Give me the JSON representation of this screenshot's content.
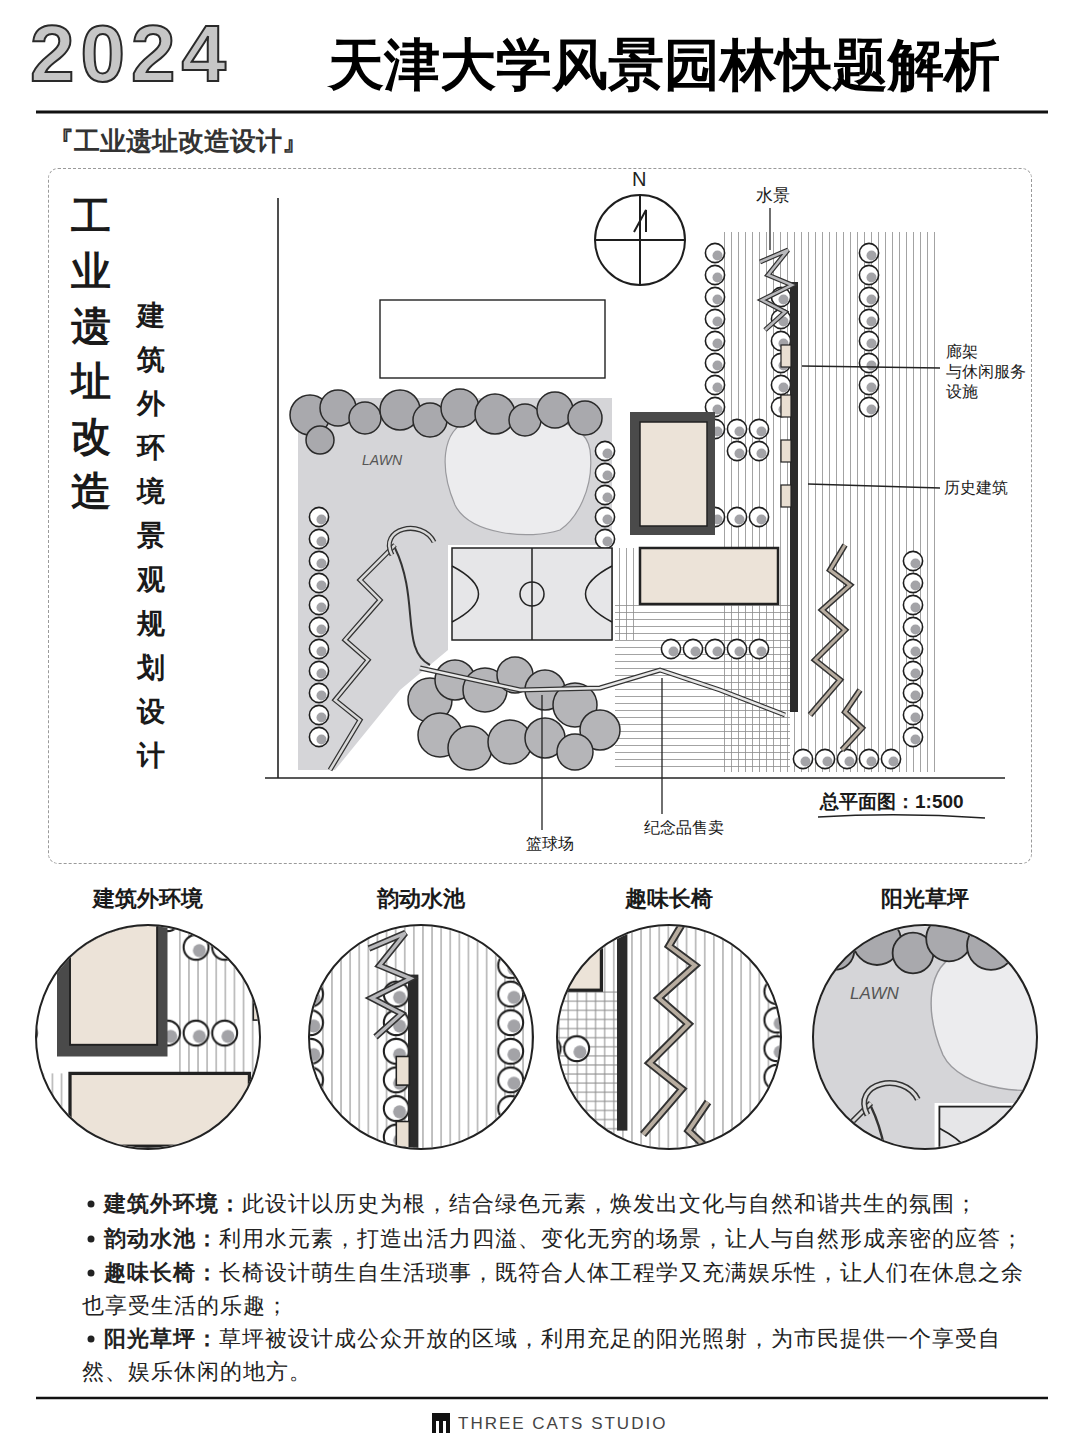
{
  "diagram": {
    "title": "天津大学风景园林快题解析",
    "nodes": [
      {
        "text": [
          "工业遗址改造",
          "建筑外环境景观规划设计"
        ]
      },
      {
        "text": [
          "建筑外环境"
        ]
      },
      {
        "text": [
          "韵动水池"
        ]
      },
      {
        "text": [
          "趣味长椅"
        ]
      },
      {
        "text": [
          "阳光草坪",
          "LAWN"
        ]
      }
    ],
    "labels": [
      "2024",
      "『工业遗址改造设计』",
      "N",
      "水景",
      "廊架 与休闲服务 设施",
      "LAWN",
      "历史建筑",
      "总平面图：1:500",
      "篮球场",
      "纪念品售卖",
      "建筑外环境：",
      "此设计以历史为根，结合绿色元素，焕发出文化与自然和谐共生的氛围；",
      "韵动水池：",
      "利用水元素，打造出活力四溢、变化无穷的场景，让人与自然形成亲密的应答；",
      "趣味长椅：",
      "长椅设计萌生自生活琐事，既符合人体工程学又充满娱乐性，让人们在休息之余也享受生活的乐趣；",
      "阳光草坪：",
      "草坪被设计成公众开放的区域，利用充足的阳光照射，为市民提供一个享受自然、娱乐休闲的地方。",
      "THREE CATS STUDIO"
    ]
  }
}
